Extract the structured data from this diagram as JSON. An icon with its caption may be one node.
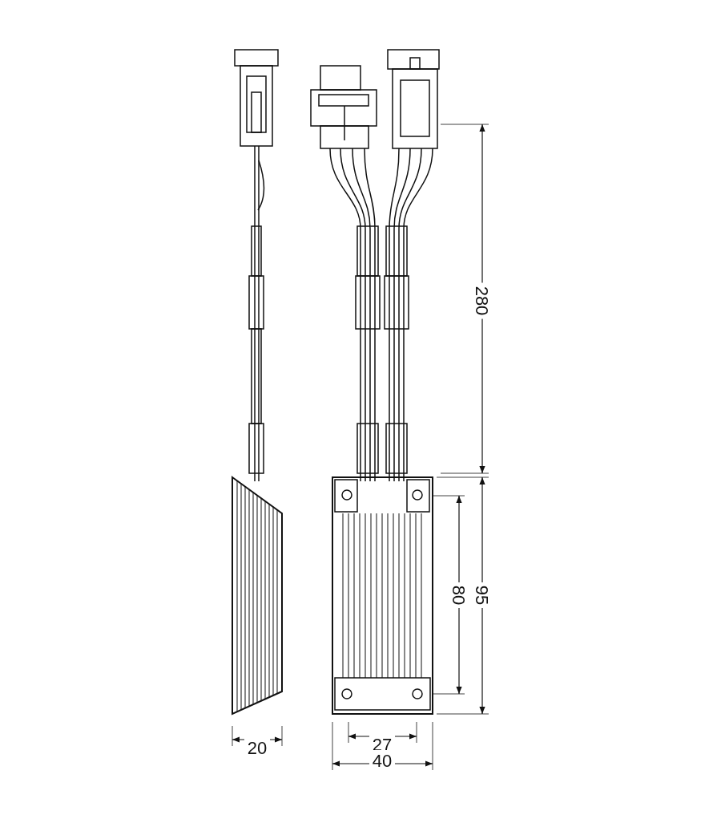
{
  "diagram": {
    "labels": [
      "280",
      "80",
      "95",
      "20",
      "27",
      "40"
    ]
  }
}
